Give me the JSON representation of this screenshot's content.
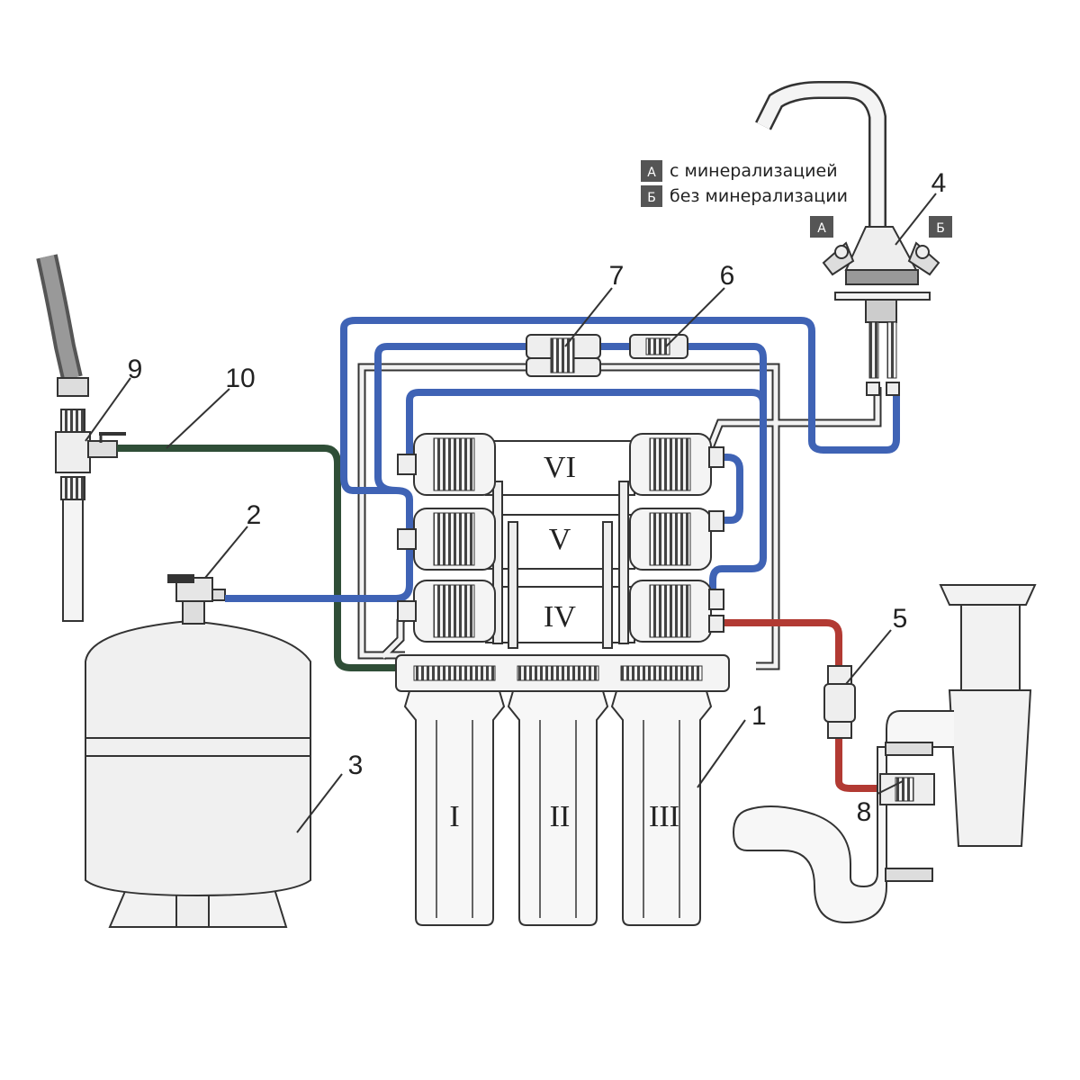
{
  "legend": {
    "a_key": "А",
    "a_text": "с минерализацией",
    "b_key": "Б",
    "b_text": "без минерализации"
  },
  "faucet_keys": {
    "a": "А",
    "b": "Б"
  },
  "callouts": {
    "n1": "1",
    "n2": "2",
    "n3": "3",
    "n4": "4",
    "n5": "5",
    "n6": "6",
    "n7": "7",
    "n8": "8",
    "n9": "9",
    "n10": "10"
  },
  "stages": {
    "s1": "I",
    "s2": "II",
    "s3": "III",
    "s4": "IV",
    "s5": "V",
    "s6": "VI"
  },
  "colors": {
    "blue": "#3f63b5",
    "green": "#2f4e37",
    "red": "#b23a33",
    "outline": "#333333",
    "gray": "#eeeeee"
  }
}
